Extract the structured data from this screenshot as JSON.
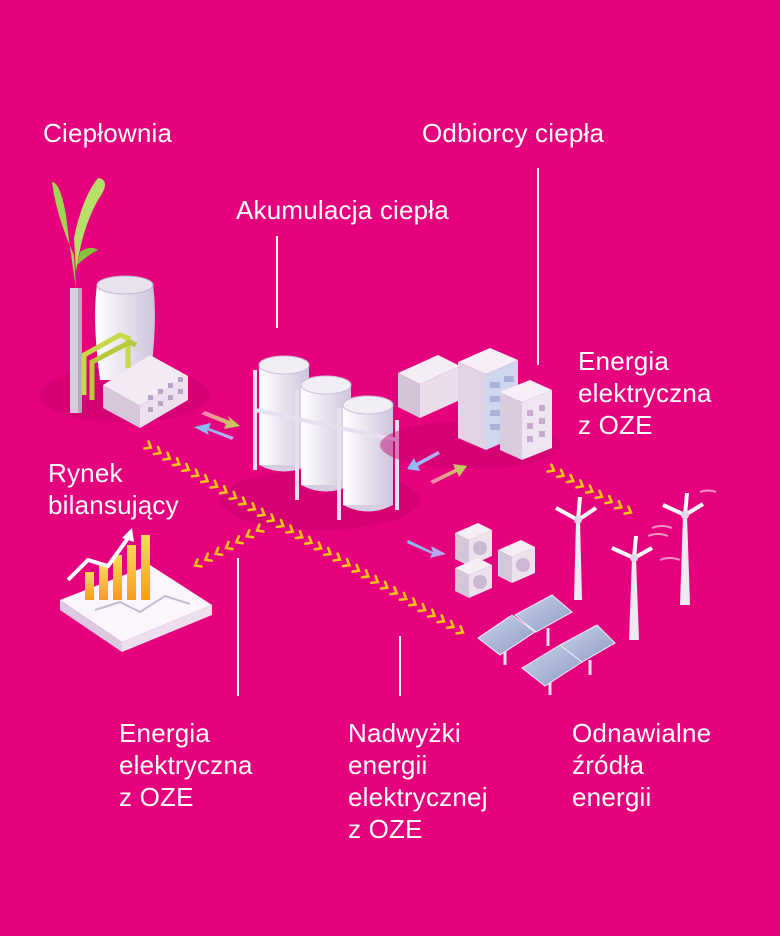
{
  "labels": {
    "cieplownia": "Ciepłownia",
    "odbiorcy": "Odbiorcy ciepła",
    "akumulacja": "Akumulacja ciepła",
    "energia_top": [
      "Energia",
      "elektryczna",
      "z OZE"
    ],
    "rynek": [
      "Rynek",
      "bilansujący"
    ],
    "energia_bottom": [
      "Energia",
      "elektryczna",
      "z OZE"
    ],
    "nadwyzki": [
      "Nadwyżki",
      "energii",
      "elektrycznej",
      "z OZE"
    ],
    "odnawialne": [
      "Odnawialne",
      "źródła",
      "energii"
    ]
  },
  "colors": {
    "background": "#e5007d",
    "text": "#ffffff",
    "flow_arrow": "#f7c21a"
  }
}
